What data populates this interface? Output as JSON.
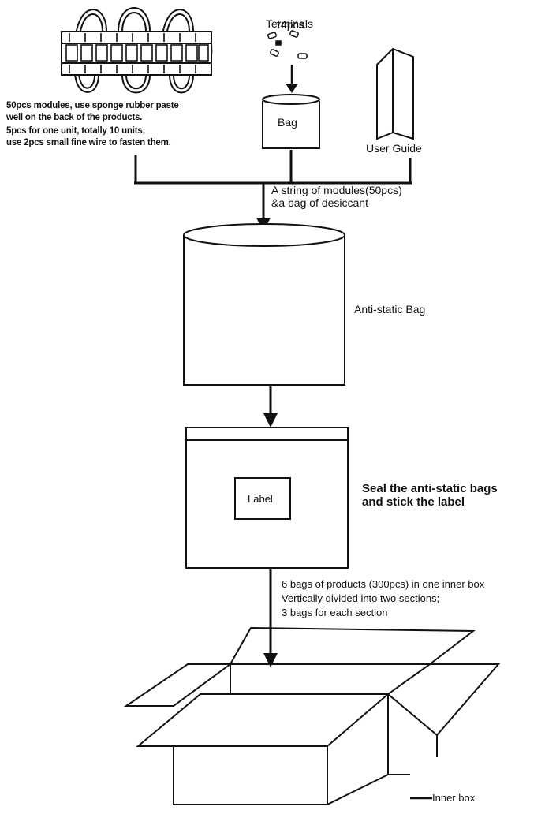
{
  "diagram": {
    "terminals": {
      "title": "Terminals",
      "qty": "*4pcs"
    },
    "modules_note": {
      "line1": "50pcs modules, use sponge rubber paste",
      "line2": "well on the back of the products.",
      "line3": "5pcs for one unit, totally 10 units;",
      "line4": "use 2pcs small fine wire to fasten them."
    },
    "bag_label": "Bag",
    "user_guide_label": "User Guide",
    "string_note": {
      "line1": "A string of modules(50pcs)",
      "line2": "&a bag of desiccant"
    },
    "anti_static_label": "Anti-static Bag",
    "label_box_text": "Label",
    "seal_note": {
      "line1": "Seal the anti-static bags",
      "line2": "and stick the label"
    },
    "inner_box_note": {
      "line1": "6 bags of products (300pcs) in one inner box",
      "line2": "Vertically divided into two sections;",
      "line3": "3 bags for each section"
    },
    "inner_box_label": "Inner box"
  }
}
